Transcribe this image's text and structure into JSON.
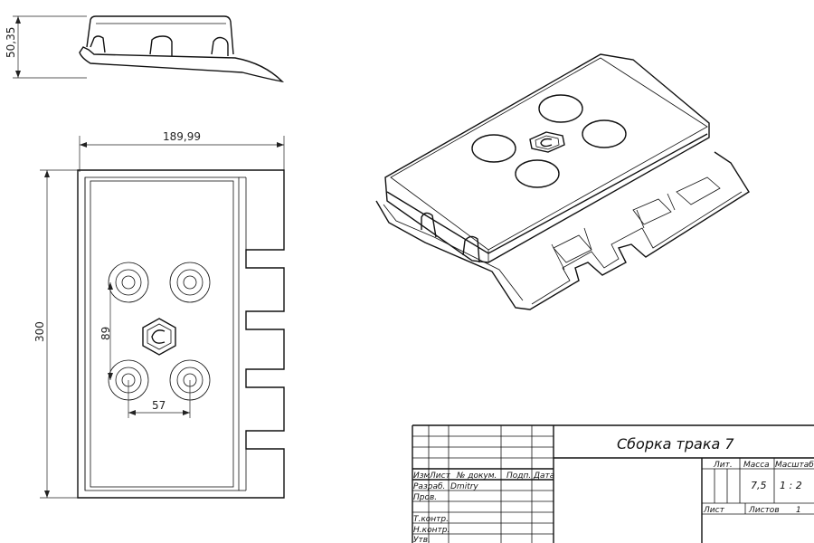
{
  "dimensions": {
    "height_side": "50,35",
    "width_top": "189,99",
    "length_side": "300",
    "bolt_spacing_vertical": "89",
    "bolt_spacing_horizontal": "57"
  },
  "title_block": {
    "title": "Сборка трака 7",
    "col_headers": {
      "izm": "Изм",
      "list": "Лист",
      "doc_no": "№ докум.",
      "sign": "Подп.",
      "date": "Дата"
    },
    "rows": {
      "razrab_label": "Разраб.",
      "razrab_name": "Dmitry",
      "prov_label": "Пров.",
      "tkontr_label": "Т.контр.",
      "nkontr_label": "Н.контр.",
      "utv_label": "Утв."
    },
    "lit_label": "Лит.",
    "mass_label": "Масса",
    "scale_label": "Масштаб",
    "mass_value": "7,5",
    "scale_value": "1 : 2",
    "sheet_label": "Лист",
    "sheets_label": "Листов",
    "sheets_value": "1"
  }
}
